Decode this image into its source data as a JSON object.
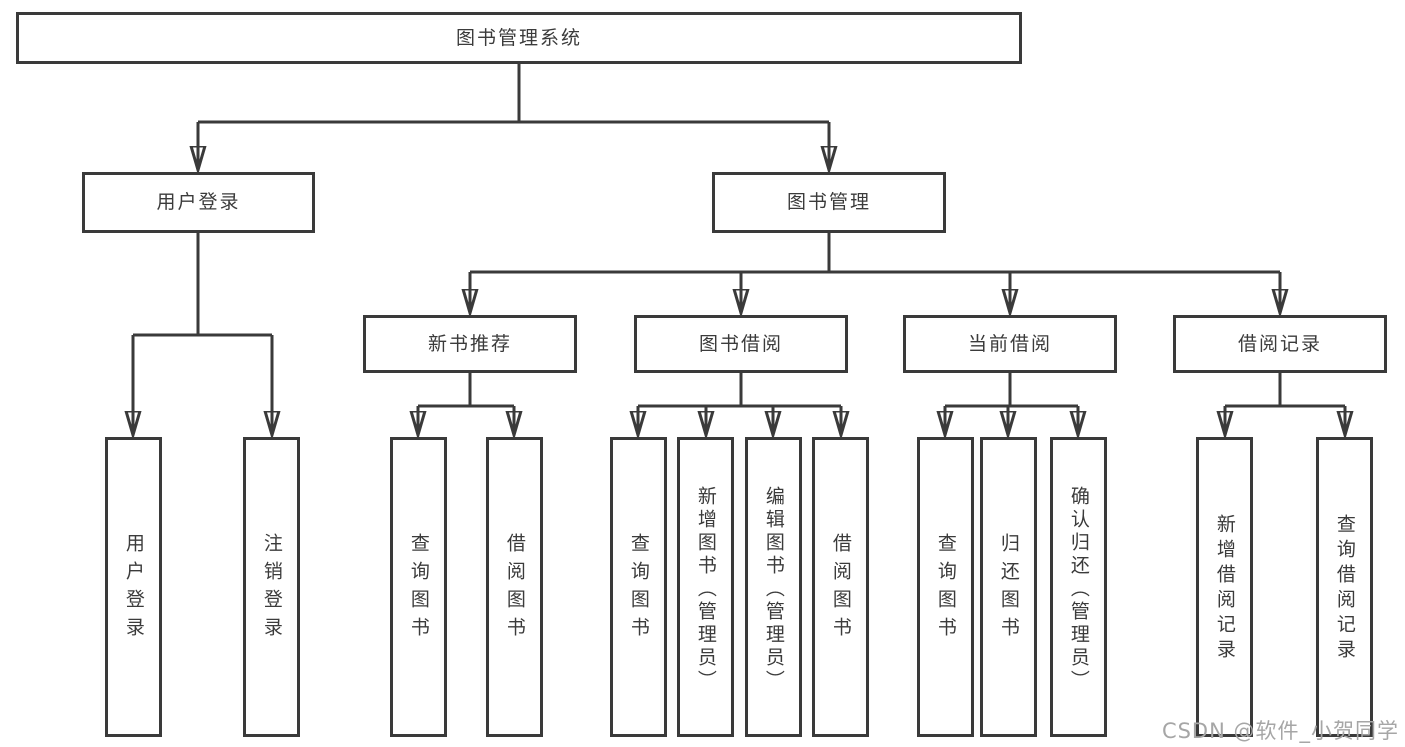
{
  "nodes": {
    "root": "图书管理系统",
    "user_login": "用户登录",
    "book_mgmt": "图书管理",
    "new_book_rec": "新书推荐",
    "book_borrow": "图书借阅",
    "current_borrow": "当前借阅",
    "borrow_records": "借阅记录",
    "leaf_user_login": "用户登录",
    "leaf_logout": "注销登录",
    "rec_query_book": "查询图书",
    "rec_borrow_book": "借阅图书",
    "bor_query_book": "查询图书",
    "bor_add_book": "新增图书（管理员）",
    "bor_edit_book": "编辑图书（管理员）",
    "bor_borrow_book": "借阅图书",
    "cur_query_book": "查询图书",
    "cur_return_book": "归还图书",
    "cur_confirm_return": "确认归还（管理员）",
    "rcd_add_record": "新增借阅记录",
    "rcd_query_record": "查询借阅记录"
  },
  "watermark": "CSDN @软件_小贺同学",
  "colors": {
    "line": "#3a3a3a",
    "text": "#3b3b3b",
    "watermark": "#a6a6a6",
    "background": "#ffffff"
  }
}
